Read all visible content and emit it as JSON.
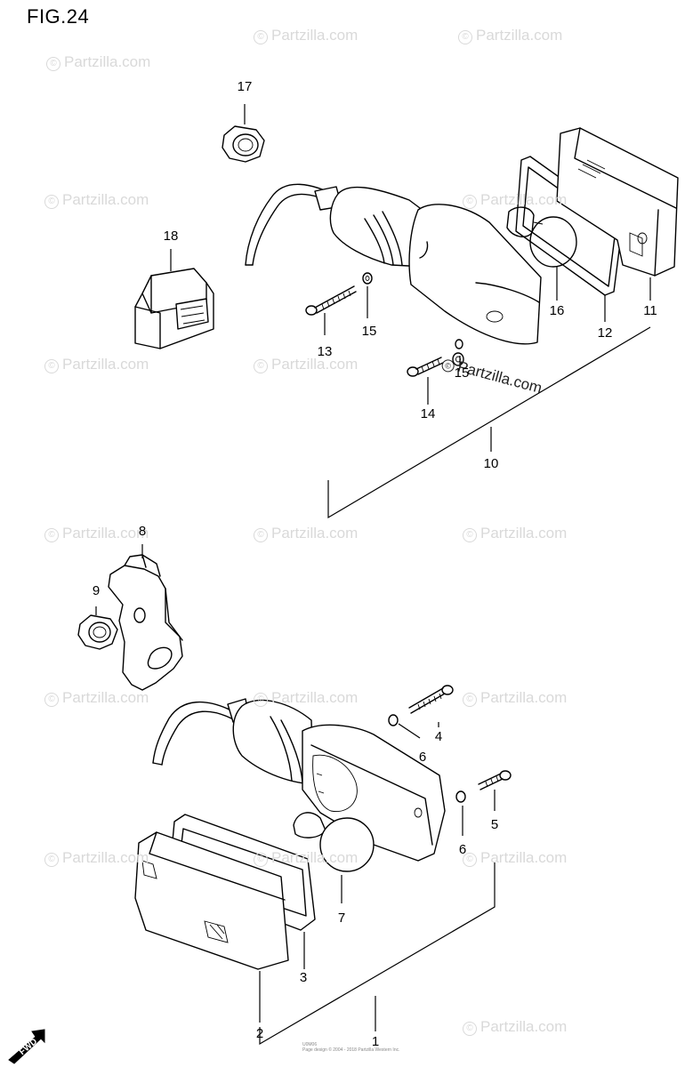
{
  "figure": {
    "title": "FIG.24",
    "watermark_text": "Partzilla.com",
    "watermark_symbol": "©",
    "main_watermark": "Partzilla.com",
    "direction_badge": "FWD",
    "footer_code": "U0M06",
    "footer_text": "Page design © 2004 - 2018 Partzilla Western Inc."
  },
  "callouts": {
    "c1": "1",
    "c2": "2",
    "c3": "3",
    "c4": "4",
    "c5": "5",
    "c6a": "6",
    "c6b": "6",
    "c7": "7",
    "c8": "8",
    "c9": "9",
    "c10": "10",
    "c11": "11",
    "c12": "12",
    "c13": "13",
    "c14": "14",
    "c15a": "15",
    "c15b": "15",
    "c16": "16",
    "c17": "17",
    "c18": "18"
  },
  "colors": {
    "line": "#000000",
    "watermark": "#d9d9d9",
    "background": "#ffffff"
  }
}
